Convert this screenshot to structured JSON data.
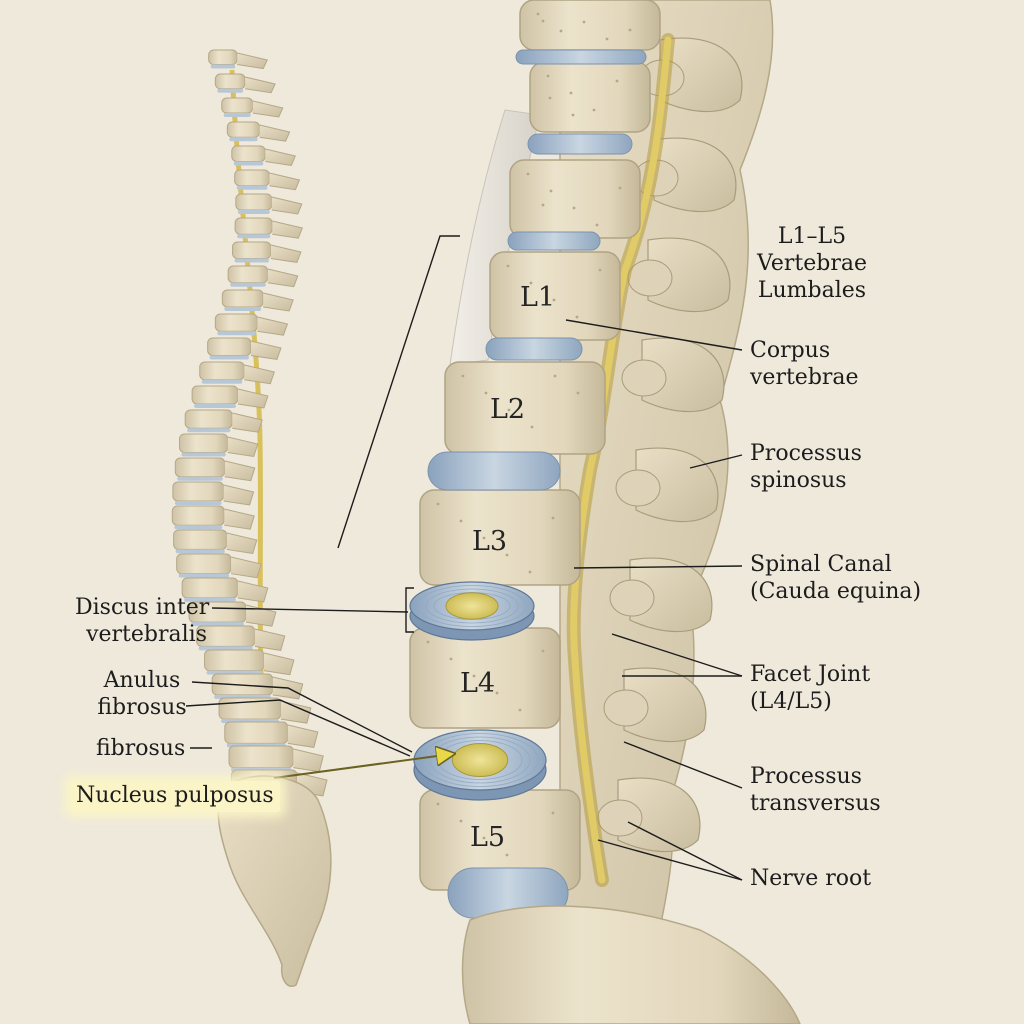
{
  "vertebra_labels": [
    "L1",
    "L2",
    "L3",
    "L4",
    "L5"
  ],
  "labels": {
    "region": [
      "L1–L5",
      "Vertebrae",
      "Lumbales"
    ],
    "corpus": [
      "Corpus",
      "vertebrae"
    ],
    "spinosus": [
      "Processus",
      "spinosus"
    ],
    "canal": [
      "Spinal Canal",
      "(Cauda equina)"
    ],
    "facet": [
      "Facet Joint",
      "(L4/L5)"
    ],
    "transversus": [
      "Processus",
      "transversus"
    ],
    "nerve": [
      "Nerve root"
    ],
    "discus": [
      "Discus inter",
      "vertebralis"
    ],
    "anulus": [
      "Anulus",
      "fibrosus"
    ],
    "fibrosus": [
      "fibrosus"
    ],
    "nucleus": [
      "Nucleus pulposus"
    ]
  },
  "colors": {
    "background": "#efe9dc",
    "bone": "#e6dcc2",
    "disc": "#a9bcd0",
    "nucleus": "#dccf6e",
    "nerve": "#d9c25a",
    "leader": "#1c1c1c",
    "highlight": "#fbf4c6"
  }
}
